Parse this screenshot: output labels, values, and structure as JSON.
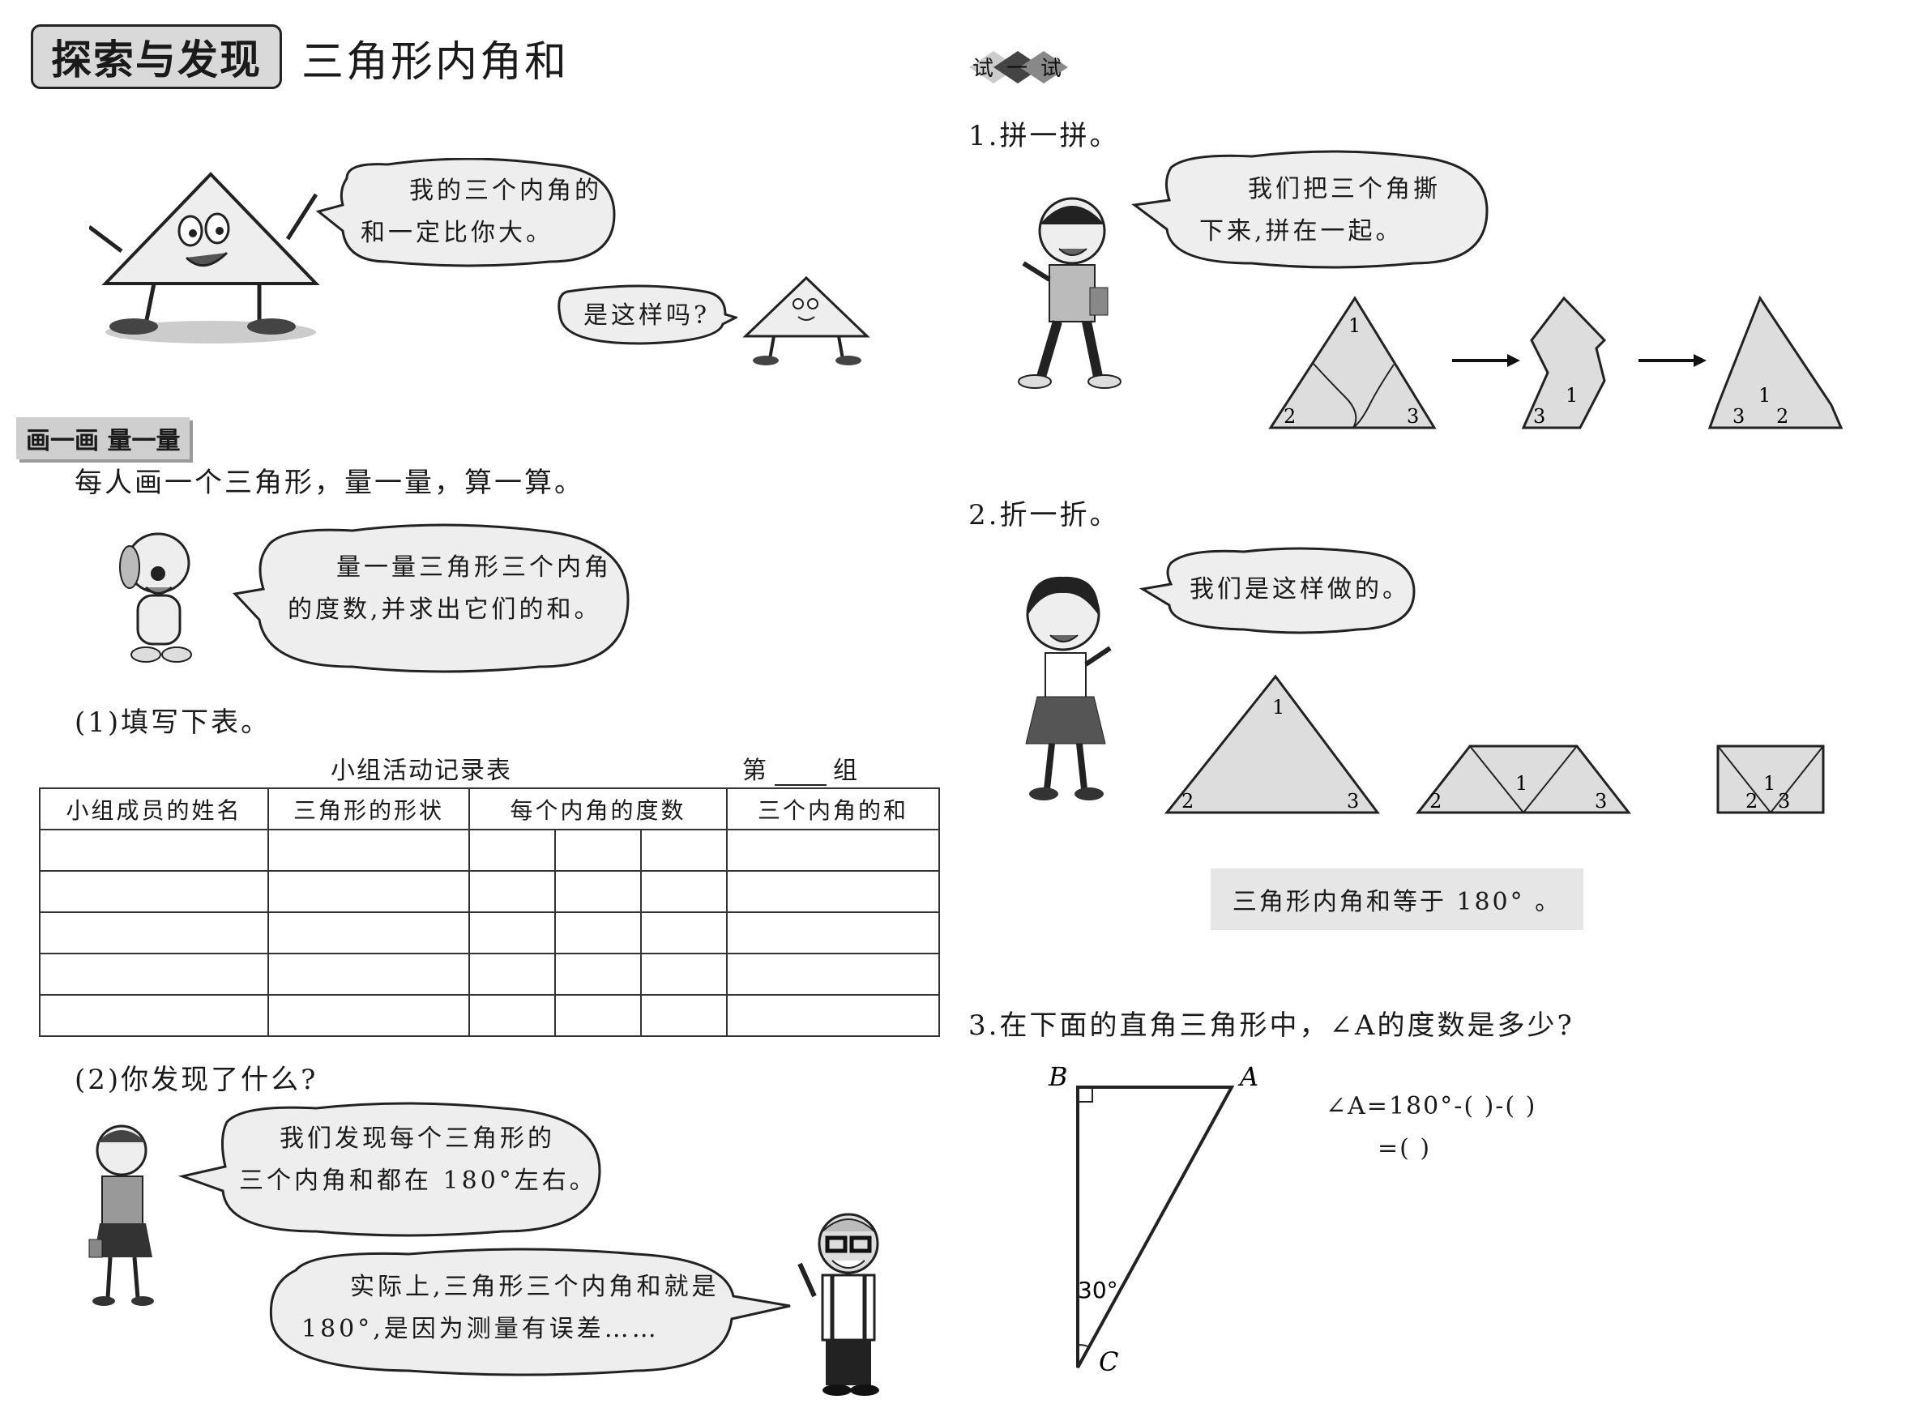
{
  "header": {
    "tag": "探索与发现",
    "title": "三角形内角和"
  },
  "left": {
    "bubble_big_tri": {
      "line1": "我的三个内角的",
      "line2": "和一定比你大。"
    },
    "bubble_small_tri": "是这样吗?",
    "section_tag": "画一画 量一量",
    "instruction": "每人画一个三角形，量一量，算一算。",
    "bubble_dog": {
      "line1": "量一量三角形三个内角",
      "line2": "的度数,并求出它们的和。"
    },
    "q1": "(1)填写下表。",
    "table_title": "小组活动记录表",
    "group_label": {
      "prefix": "第",
      "suffix": "组"
    },
    "table_headers": [
      "小组成员的姓名",
      "三角形的形状",
      "每个内角的度数",
      "三个内角的和"
    ],
    "q2": "(2)你发现了什么?",
    "bubble_girl": {
      "line1": "我们发现每个三角形的",
      "line2": "三个内角和都在 180°左右。"
    },
    "bubble_man": {
      "line1": "实际上,三角形三个内角和就是",
      "line2": "180°,是因为测量有误差……"
    }
  },
  "right": {
    "try_tag": "试一试",
    "s1": "1.拼一拼。",
    "bubble_boy": {
      "line1": "我们把三个角撕",
      "line2": "下来,拼在一起。"
    },
    "s2": "2.折一折。",
    "bubble_girl2": "我们是这样做的。",
    "conclusion": "三角形内角和等于 180° 。",
    "s3": "3.在下面的直角三角形中，∠A的度数是多少?",
    "labels": {
      "A": "A",
      "B": "B",
      "C": "C",
      "angle": "30°"
    },
    "formula": {
      "line1": "∠A=180°-(    )-(    )",
      "line2": "=(    )"
    },
    "angle_nums": {
      "one": "1",
      "two": "2",
      "three": "3"
    }
  }
}
